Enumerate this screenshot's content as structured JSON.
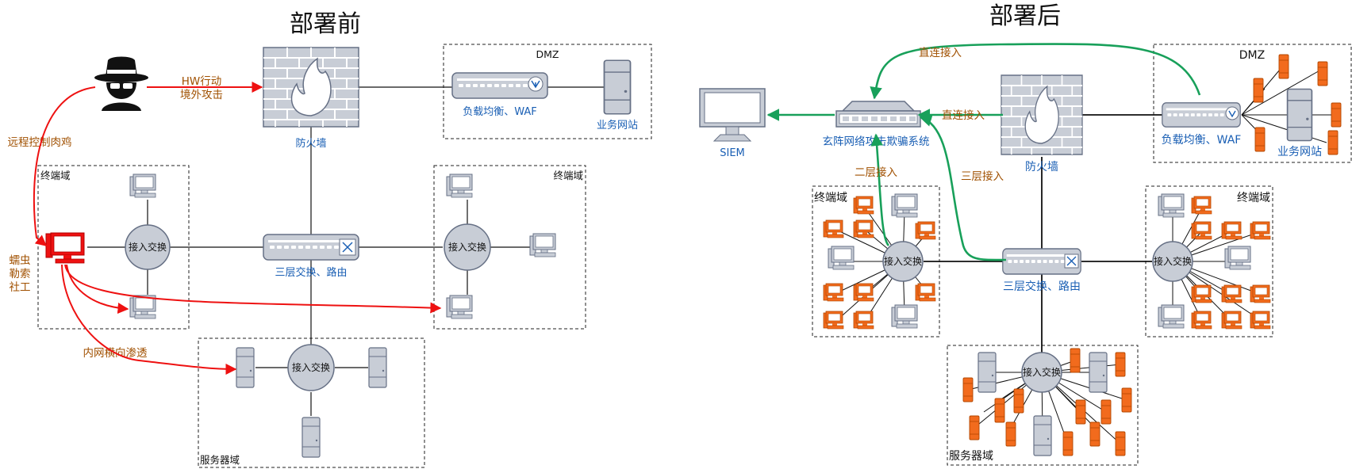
{
  "titles": {
    "before": "部署前",
    "after": "部署后"
  },
  "labels": {
    "firewall": "防火墙",
    "core_switch": "三层交换、路由",
    "access_switch": "接入交换",
    "lb_waf": "负载均衡、WAF",
    "web": "业务网站",
    "dmz": "DMZ",
    "terminal_zone": "终端域",
    "server_zone": "服务器域",
    "siem": "SIEM",
    "deception": "玄阵网络攻击欺骗系统"
  },
  "attacks": {
    "hw_line1": "HW行动",
    "hw_line2": "境外攻击",
    "botnet": "远程控制肉鸡",
    "worm_line1": "蠕虫",
    "worm_line2": "勒索",
    "worm_line3": "社工",
    "lateral": "内网横向渗透"
  },
  "connections": {
    "direct_top": "直连接入",
    "direct_mid": "直连接入",
    "layer2": "二层接入",
    "layer3": "三层接入"
  },
  "colors": {
    "attack": "#ee1111",
    "decoy": "#f26b1d",
    "deception_link": "#18a05a",
    "device_gray": "#c8cdd6",
    "device_stroke": "#667085",
    "label_blue": "#1a5fb4",
    "label_brown": "#a05000"
  },
  "icons": [
    "hacker-icon",
    "firewall-icon",
    "switch-icon",
    "load-balancer-icon",
    "server-icon",
    "pc-icon",
    "monitor-icon",
    "deception-appliance-icon"
  ]
}
